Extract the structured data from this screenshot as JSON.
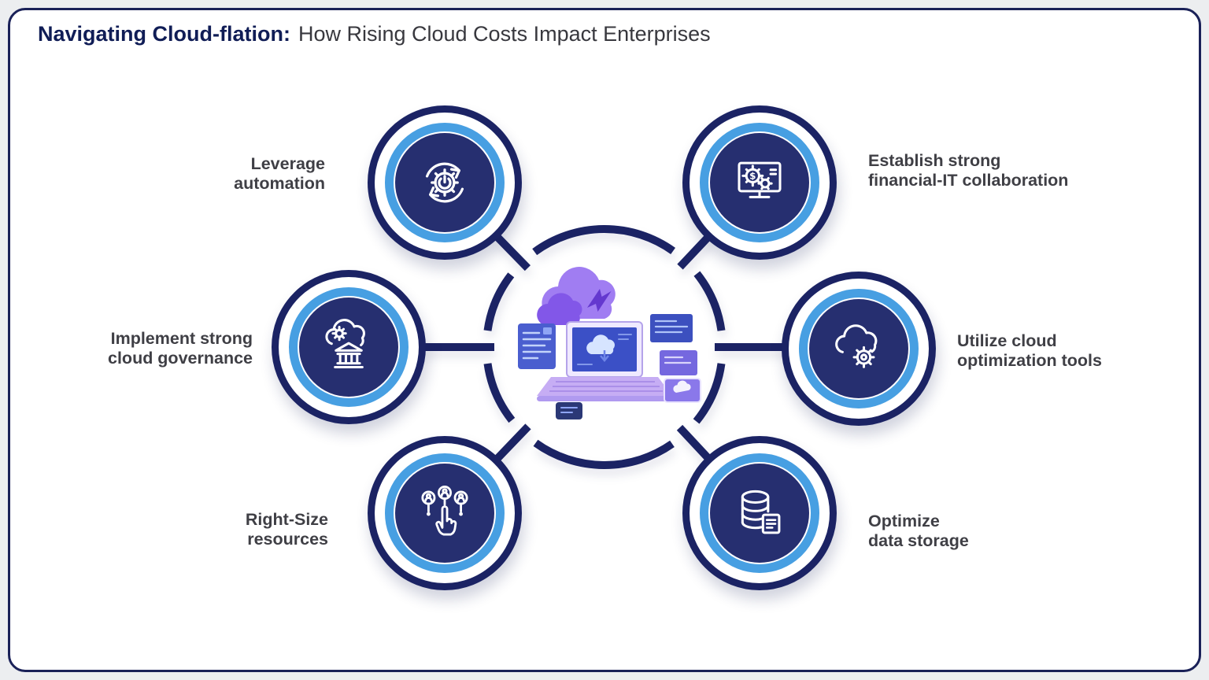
{
  "header": {
    "title_bold": "Navigating Cloud-flation:",
    "title_rest": "How Rising Cloud Costs Impact Enterprises"
  },
  "nodes": [
    {
      "id": "leverage-automation",
      "label": "Leverage\nautomation",
      "icon": "gear-refresh-cycle-icon"
    },
    {
      "id": "financial-it-collaboration",
      "label": "Establish strong\nfinancial-IT collaboration",
      "icon": "monitor-gears-dollar-icon"
    },
    {
      "id": "cloud-governance",
      "label": "Implement strong\ncloud governance",
      "icon": "cloud-gear-bank-icon"
    },
    {
      "id": "cloud-optimization-tools",
      "label": "Utilize cloud\noptimization tools",
      "icon": "cloud-gear-icon"
    },
    {
      "id": "right-size-resources",
      "label": "Right-Size\nresources",
      "icon": "hand-user-network-icon"
    },
    {
      "id": "optimize-data-storage",
      "label": "Optimize\ndata storage",
      "icon": "database-document-icon"
    }
  ],
  "colors": {
    "ring_navy": "#1b2364",
    "core_navy": "#262f70",
    "accent_blue": "#479fe2",
    "label_text": "#3f3f45",
    "title_navy": "#101d56",
    "background": "#eceef0",
    "illustration_purple": "#8257e8"
  }
}
